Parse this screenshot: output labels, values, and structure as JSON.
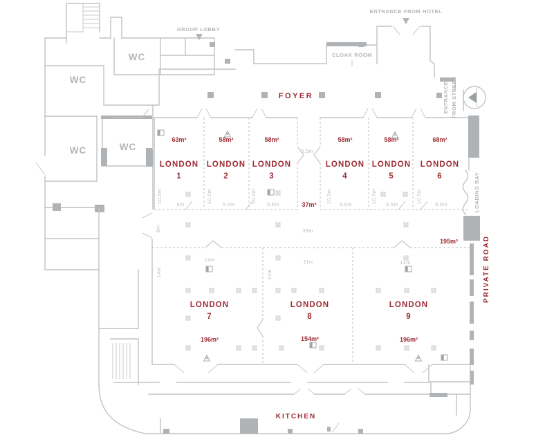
{
  "colors": {
    "accent_red": "#9d2b32",
    "line_gray": "#bfc2c4",
    "fill_gray": "#b0b3b5",
    "text_gray": "#b2b5b7"
  },
  "labels": {
    "entrance_hotel": "ENTRANCE FROM HOTEL",
    "group_lobby": "GROUP LOBBY",
    "cloak_room": "CLOAK ROOM",
    "foyer": "FOYER",
    "entrance_street_line1": "ENTRANCE",
    "entrance_street_line2": "FROM STREET",
    "loading_bay": "LOADING BAY",
    "private_road": "PRIVATE ROAD",
    "kitchen": "KITCHEN"
  },
  "icons": {
    "hotel_entrance_arrow": "▼",
    "group_lobby_arrow": "▼",
    "street_entrance_arrow": "◄"
  },
  "wc": [
    "WC",
    "WC",
    "WC",
    "WC"
  ],
  "rooms": [
    {
      "name": "LONDON",
      "number": "1",
      "area": "63m²",
      "width": "6m",
      "depth": "10.5m"
    },
    {
      "name": "LONDON",
      "number": "2",
      "area": "58m²",
      "width": "5.5m",
      "depth": "10.5m"
    },
    {
      "name": "LONDON",
      "number": "3",
      "area": "58m²",
      "width": "5.6m",
      "depth": "10.5m"
    },
    {
      "name": "LONDON",
      "number": "4",
      "area": "58m²",
      "width": "5.6m",
      "depth": "10.5m"
    },
    {
      "name": "LONDON",
      "number": "5",
      "area": "58m²",
      "width": "5.5m",
      "depth": "10.5m"
    },
    {
      "name": "LONDON",
      "number": "6",
      "area": "68m²",
      "width": "6.5m",
      "depth": "10.5m"
    },
    {
      "name": "LONDON",
      "number": "7",
      "area": "196m²",
      "width": "14m",
      "depth": "14m"
    },
    {
      "name": "LONDON",
      "number": "8",
      "area": "154m²",
      "width": "11m",
      "depth": "14m"
    },
    {
      "name": "LONDON",
      "number": "9",
      "area": "196m²",
      "width": "14m"
    }
  ],
  "link_corridor": {
    "width": "3.5m",
    "area": "37m²"
  },
  "central_corridor": {
    "length": "39m",
    "width": "5m",
    "area": "195m²"
  }
}
